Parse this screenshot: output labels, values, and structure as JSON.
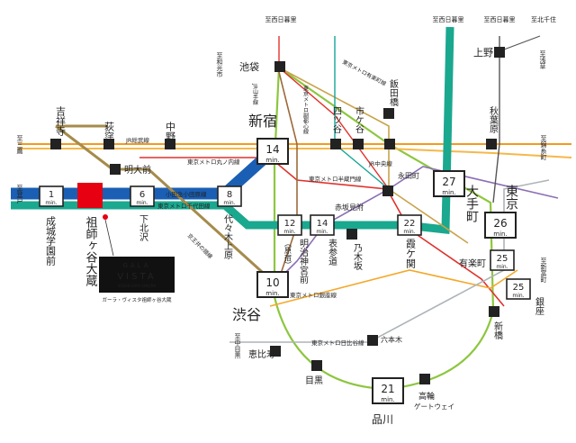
{
  "colors": {
    "jr_yamanote": "#8dc63f",
    "tokyo_metro_chiyoda": "#1aa88f",
    "odakyu": "#1a5fb4",
    "chuo": "#f39a1e",
    "keio_inokashira": "#a58b4c",
    "marunouchi": "#e0322d",
    "ginza": "#f4a82b",
    "hibiya": "#aeb4b8",
    "hanzomon": "#8b6fb5",
    "fukutoshin": "#9c6a3a",
    "namboku": "#16a596",
    "yurakucho": "#c8a34a",
    "featured": "#e60012"
  },
  "directions": {
    "nishi_nippori_top": "至西日暮里",
    "nishi_nippori_center": "至西日暮里",
    "nishi_nippori_right": "至西日暮里",
    "kita_senju": "至北千住",
    "wako_city": "至和光市",
    "asakusa": "至浅草",
    "mitaka": "至三鷹",
    "kinshicho": "至錦糸町",
    "shintoshin": "至新富町",
    "naka_meguro": "至中目黒",
    "todoro": "至登戸"
  },
  "stations": {
    "ikebukuro": "池袋",
    "iidabashi": "飯田橋",
    "ueno": "上野",
    "kichijoji": "吉祥寺",
    "ogikubo": "荻窪",
    "nakano": "中野",
    "shinjuku": "新宿",
    "yotsuya": "四ツ谷",
    "ichigaya": "市ケ谷",
    "akihabara": "秋葉原",
    "meidaimae": "明大前",
    "shimokitazawa": "下北沢",
    "yoyogi_uehara": "代々木上原",
    "nagatacho": "永田町",
    "akasaka_mitsuke": "赤坂見附",
    "otemachi": "大手町",
    "tokyo": "東京",
    "seijogakuenmae": "成城学園前",
    "soshigaya_okura": "祖師ヶ谷大蔵",
    "meiji_jingumae": "明治神宮前",
    "harajuku": "（原宿）",
    "omotesando": "表参道",
    "nogizaka": "乃木坂",
    "kasumigaseki": "霞ケ関",
    "yurakucho": "有楽町",
    "ginza": "銀座",
    "shibuya": "渋谷",
    "shinbashi": "新橋",
    "roppongi": "六本木",
    "ebisu": "恵比寿",
    "meguro": "目黒",
    "shinagawa": "品川",
    "takanawa_gateway": "高輪",
    "takanawa_gateway_2": "ゲートウェイ"
  },
  "minutes": {
    "shinjuku": "14",
    "otemachi": "27",
    "tokyo": "26",
    "seijogakuenmae": "1",
    "shimokitazawa": "6",
    "yoyogi_uehara": "8",
    "meiji_jingumae": "12",
    "omotesando": "14",
    "kasumigaseki": "22",
    "yurakucho": "25",
    "ginza": "25",
    "shibuya": "10",
    "shinagawa": "21",
    "unit": "min."
  },
  "lines": {
    "yamanote": "JR山手線",
    "fukutoshin": "東京メトロ副都心線",
    "yurakucho": "東京メトロ有楽町線",
    "jr_sobu": "JR総武線",
    "marunouchi": "東京メトロ丸ノ内線",
    "jr_chuo": "JR中央線",
    "hanzomon": "東京メトロ半蔵門線",
    "odakyu": "小田急小田原線",
    "chiyoda": "東京メトロ千代田線",
    "keio_inokashira": "京王井の頭線",
    "ginza": "東京メトロ銀座線",
    "hibiya": "東京メトロ日比谷線"
  },
  "property": {
    "logo_top": "GALA",
    "logo_main": "VISTA",
    "logo_sub": "SOSHIGAYA-OKURA",
    "caption": "ガーラ・ヴィスタ祖師ヶ谷大蔵"
  }
}
